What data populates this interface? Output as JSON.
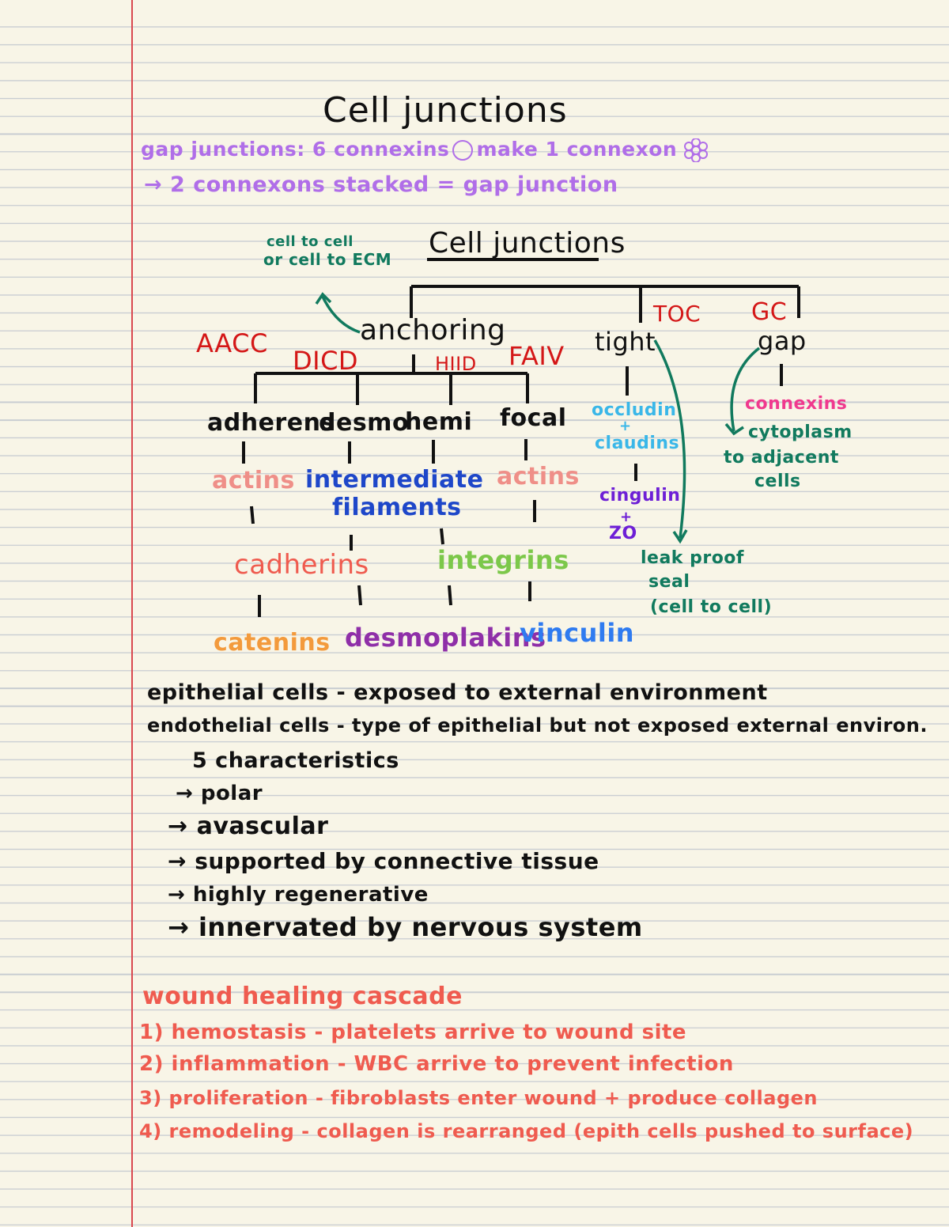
{
  "page": {
    "title": "Cell junctions",
    "gap_note": {
      "line1_a": "gap junctions: 6 connexins",
      "line1_b": "make 1 connexon",
      "line2": "→ 2 connexons stacked = gap junction"
    },
    "tree": {
      "title": "Cell junctions",
      "note": [
        "cell to cell",
        "or cell to ECM"
      ],
      "anchoring": "anchoring",
      "tight": "tight",
      "gap": "gap",
      "abbrev": {
        "aacc": "AACC",
        "dicd": "DICD",
        "hiid": "HIID",
        "faiv": "FAIV",
        "toc": "TOC",
        "gc": "GC"
      },
      "subtypes": [
        "adherens",
        "desmo",
        "hemi",
        "focal"
      ],
      "actins_left": "actins",
      "intermediate": [
        "intermediate",
        "filaments"
      ],
      "actins_right": "actins",
      "cadherins": "cadherins",
      "integrins": "integrins",
      "catenins": "catenins",
      "desmoplakins": "desmoplakins",
      "vinculin": "vinculin",
      "tight_items": [
        "occludin",
        "+",
        "claudins",
        "cingulin",
        "+",
        "ZO"
      ],
      "leak_proof": [
        "leak proof",
        "seal",
        "(cell to cell)"
      ],
      "gap_items": [
        "connexins",
        "cytoplasm",
        "to adjacent",
        "cells"
      ]
    },
    "epithelial": {
      "line1": "epithelial cells - exposed to external environment",
      "line2": "endothelial cells - type of epithelial but not exposed external environ.",
      "heading": "5 characteristics",
      "items": [
        "→ polar",
        "→ avascular",
        "→ supported by connective tissue",
        "→ highly regenerative",
        "→ innervated by nervous system"
      ]
    },
    "wound": {
      "heading": "wound healing cascade",
      "items": [
        "1) hemostasis - platelets arrive to wound site",
        "2) inflammation - WBC arrive to prevent infection",
        "3) proliferation - fibroblasts enter wound + produce collagen",
        "4) remodeling - collagen is rearranged (epith cells pushed to surface)"
      ]
    },
    "colors": {
      "ink": "#111111",
      "purple": "#b06ee8",
      "teal": "#117a5e",
      "red": "#d41717",
      "salmon": "#ef8f88",
      "navy": "#1e47c9",
      "coral": "#ef5b4f",
      "lime": "#7cc84a",
      "orange": "#f39a3c",
      "plum": "#8f2fa8",
      "blue": "#2f7bf0",
      "cyan": "#3ab7e8",
      "violet": "#6d1fd6",
      "pink": "#f0398e",
      "margin": "#d9484f"
    }
  }
}
